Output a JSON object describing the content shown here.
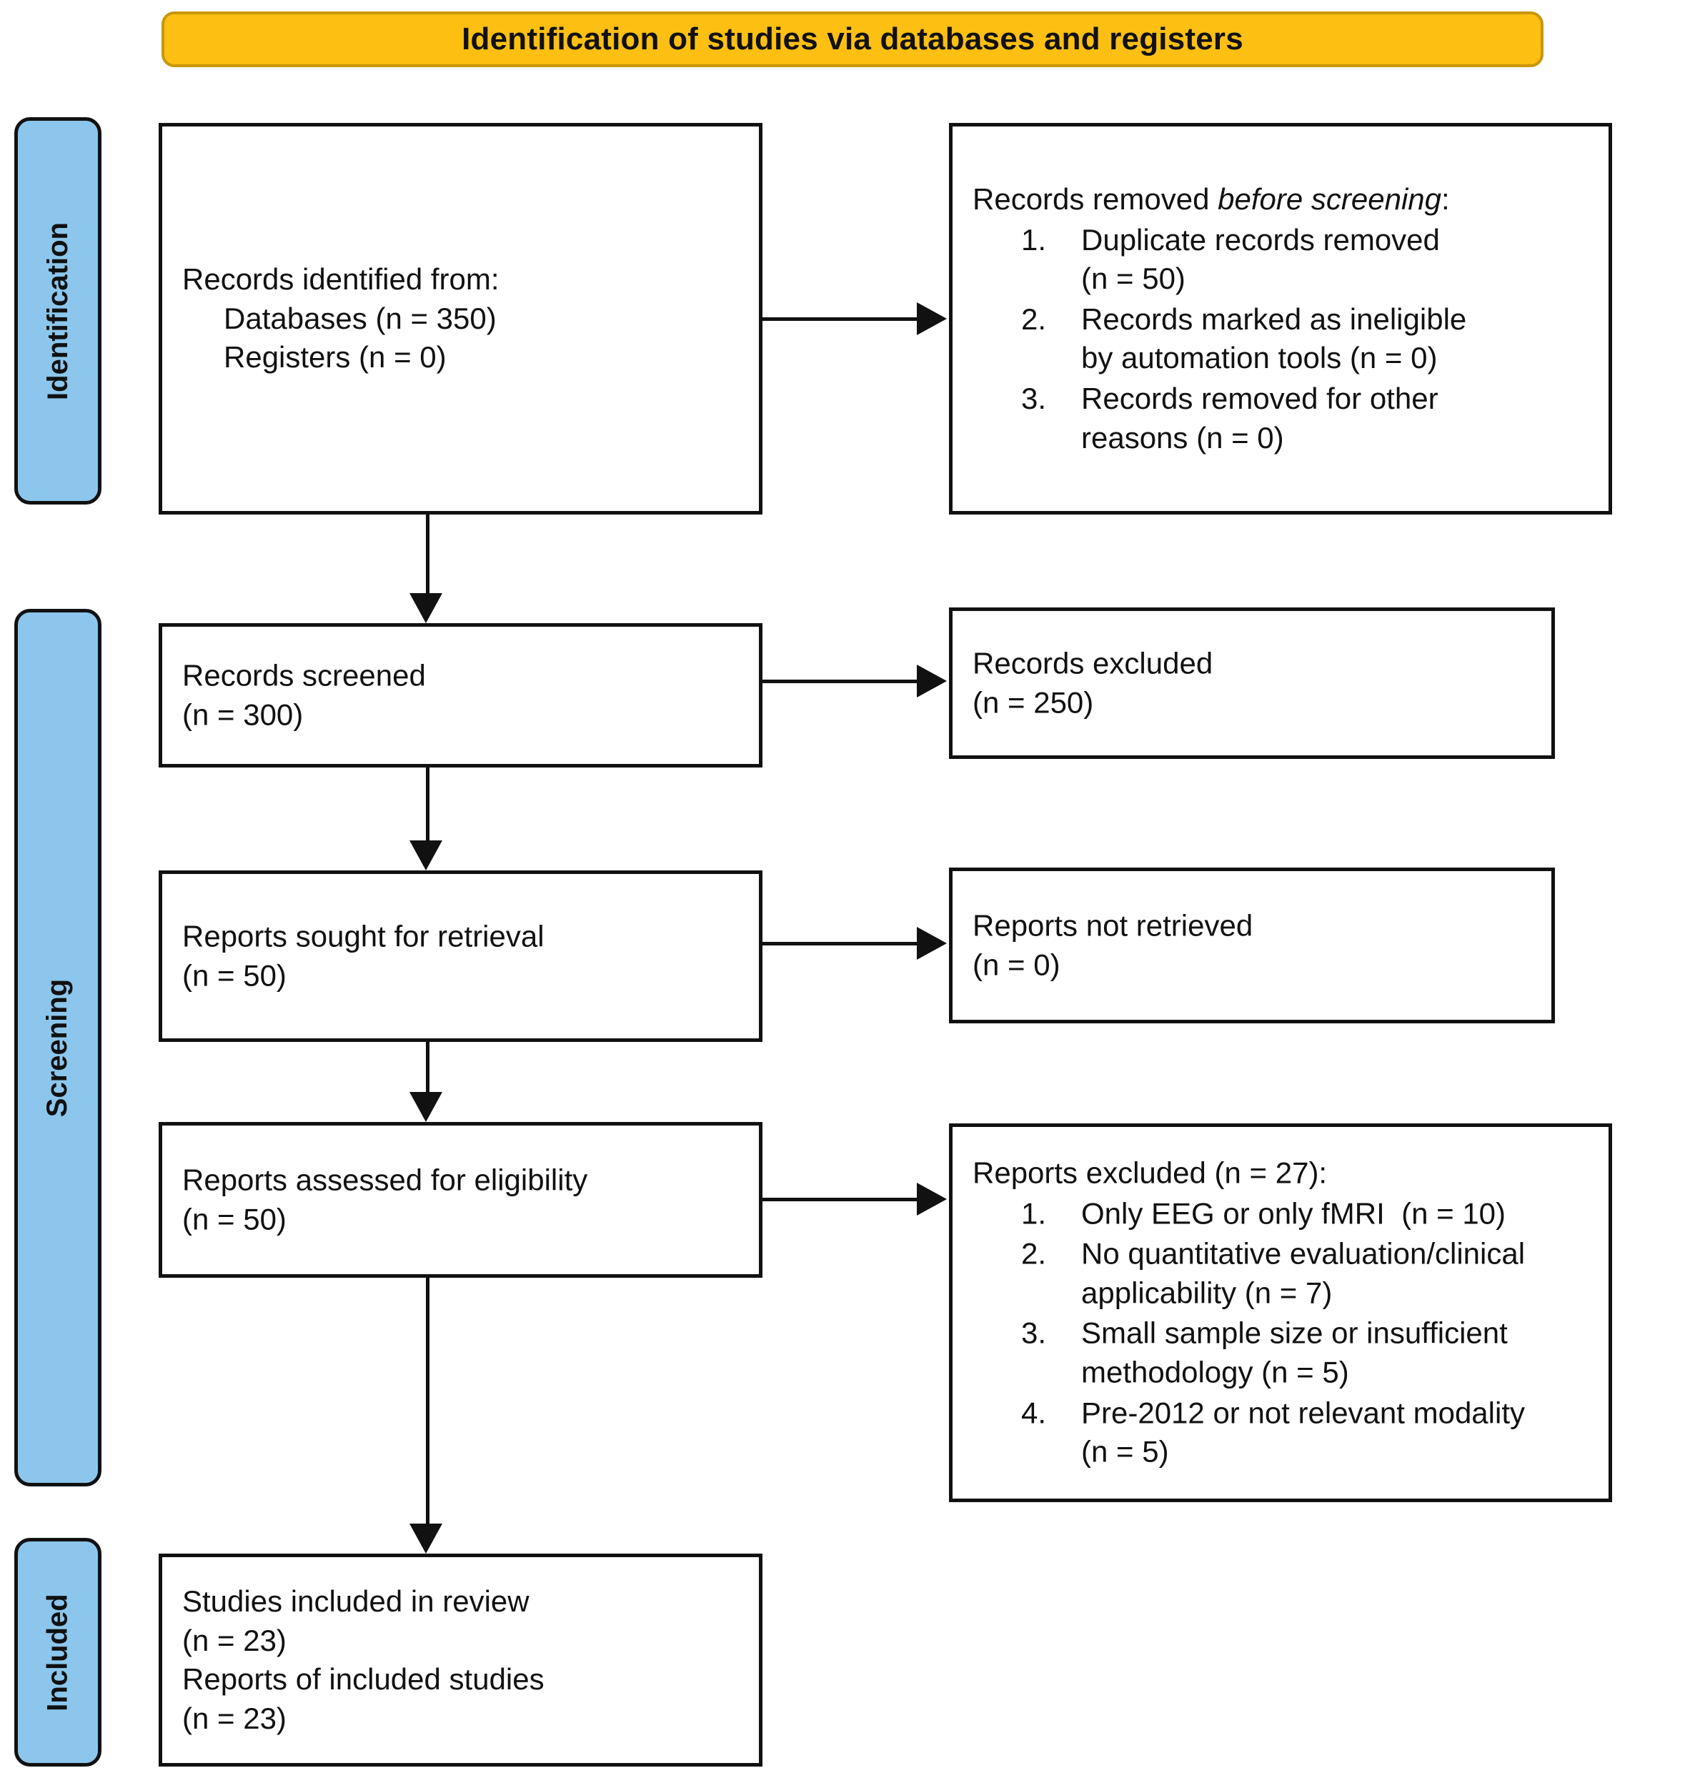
{
  "header": {
    "title": "Identification of studies via databases and registers",
    "bg_color": "#fcbf12",
    "border_color": "#c9960a"
  },
  "stages": {
    "bar_color": "#8cc6ec",
    "identification": "Identification",
    "screening": "Screening",
    "included": "Included"
  },
  "boxes": {
    "identified": {
      "line1": "Records identified from:",
      "line2": "Databases (n = 350)",
      "line3": "Registers (n = 0)"
    },
    "removed_before_screening": {
      "heading_prefix": "Records removed ",
      "heading_italic": "before screening",
      "heading_suffix": ":",
      "items": [
        {
          "num": "1.",
          "text": "Duplicate records removed\n(n = 50)"
        },
        {
          "num": "2.",
          "text": "Records marked as ineligible\nby automation tools (n = 0)"
        },
        {
          "num": "3.",
          "text": "Records removed for other\nreasons (n = 0)"
        }
      ]
    },
    "records_screened": {
      "line1": "Records screened",
      "line2": "(n = 300)"
    },
    "records_excluded": {
      "line1": "Records excluded",
      "line2": "(n = 250)"
    },
    "reports_sought": {
      "line1": "Reports sought for retrieval",
      "line2": "(n = 50)"
    },
    "reports_not_retrieved": {
      "line1": "Reports not retrieved",
      "line2": "(n = 0)"
    },
    "reports_assessed": {
      "line1": "Reports assessed for eligibility",
      "line2": "(n = 50)"
    },
    "reports_excluded": {
      "heading": "Reports excluded (n = 27):",
      "items": [
        {
          "num": "1.",
          "text": "Only EEG or only fMRI  (n = 10)"
        },
        {
          "num": "2.",
          "text": "No quantitative evaluation/clinical\napplicability (n = 7)"
        },
        {
          "num": "3.",
          "text": "Small sample size or insufficient\nmethodology (n = 5)"
        },
        {
          "num": "4.",
          "text": "Pre-2012 or not relevant modality\n(n = 5)"
        }
      ]
    },
    "studies_included": {
      "line1": "Studies included in review",
      "line2": "(n = 23)",
      "line3": "Reports of included studies",
      "line4": "(n = 23)"
    }
  },
  "chart_data": {
    "type": "flowchart",
    "title": "Identification of studies via databases and registers",
    "stages": [
      "Identification",
      "Screening",
      "Included"
    ],
    "nodes": [
      {
        "id": "identified",
        "stage": "Identification",
        "label": "Records identified from: Databases (n = 350); Registers (n = 0)",
        "n": 350
      },
      {
        "id": "removed",
        "stage": "Identification",
        "label": "Records removed before screening",
        "n": 50,
        "breakdown": [
          {
            "reason": "Duplicate records removed",
            "n": 50
          },
          {
            "reason": "Records marked as ineligible by automation tools",
            "n": 0
          },
          {
            "reason": "Records removed for other reasons",
            "n": 0
          }
        ]
      },
      {
        "id": "screened",
        "stage": "Screening",
        "label": "Records screened",
        "n": 300
      },
      {
        "id": "rec_excluded",
        "stage": "Screening",
        "label": "Records excluded",
        "n": 250
      },
      {
        "id": "sought",
        "stage": "Screening",
        "label": "Reports sought for retrieval",
        "n": 50
      },
      {
        "id": "not_retrieved",
        "stage": "Screening",
        "label": "Reports not retrieved",
        "n": 0
      },
      {
        "id": "assessed",
        "stage": "Screening",
        "label": "Reports assessed for eligibility",
        "n": 50
      },
      {
        "id": "rep_excluded",
        "stage": "Screening",
        "label": "Reports excluded",
        "n": 27,
        "breakdown": [
          {
            "reason": "Only EEG or only fMRI",
            "n": 10
          },
          {
            "reason": "No quantitative evaluation/clinical applicability",
            "n": 7
          },
          {
            "reason": "Small sample size or insufficient methodology",
            "n": 5
          },
          {
            "reason": "Pre-2012 or not relevant modality",
            "n": 5
          }
        ]
      },
      {
        "id": "included_studies",
        "stage": "Included",
        "label": "Studies included in review",
        "n": 23
      },
      {
        "id": "included_reports",
        "stage": "Included",
        "label": "Reports of included studies",
        "n": 23
      }
    ],
    "edges": [
      {
        "from": "identified",
        "to": "removed",
        "direction": "right"
      },
      {
        "from": "identified",
        "to": "screened",
        "direction": "down"
      },
      {
        "from": "screened",
        "to": "rec_excluded",
        "direction": "right"
      },
      {
        "from": "screened",
        "to": "sought",
        "direction": "down"
      },
      {
        "from": "sought",
        "to": "not_retrieved",
        "direction": "right"
      },
      {
        "from": "sought",
        "to": "assessed",
        "direction": "down"
      },
      {
        "from": "assessed",
        "to": "rep_excluded",
        "direction": "right"
      },
      {
        "from": "assessed",
        "to": "included_studies",
        "direction": "down"
      }
    ]
  }
}
